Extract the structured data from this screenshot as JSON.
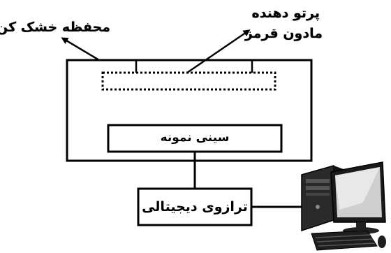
{
  "labels": {
    "dryer_chamber": "محفظه خشک کن",
    "ir_emitter_line1": "پرتو دهنده",
    "ir_emitter_line2": "مادون قرمز",
    "sample_tray": "سینی نمونه",
    "digital_scale": "ترازوی دیجیتالی"
  },
  "icons": {
    "computer": "desktop-computer-icon"
  },
  "colors": {
    "line": "#000000",
    "background": "#ffffff"
  }
}
